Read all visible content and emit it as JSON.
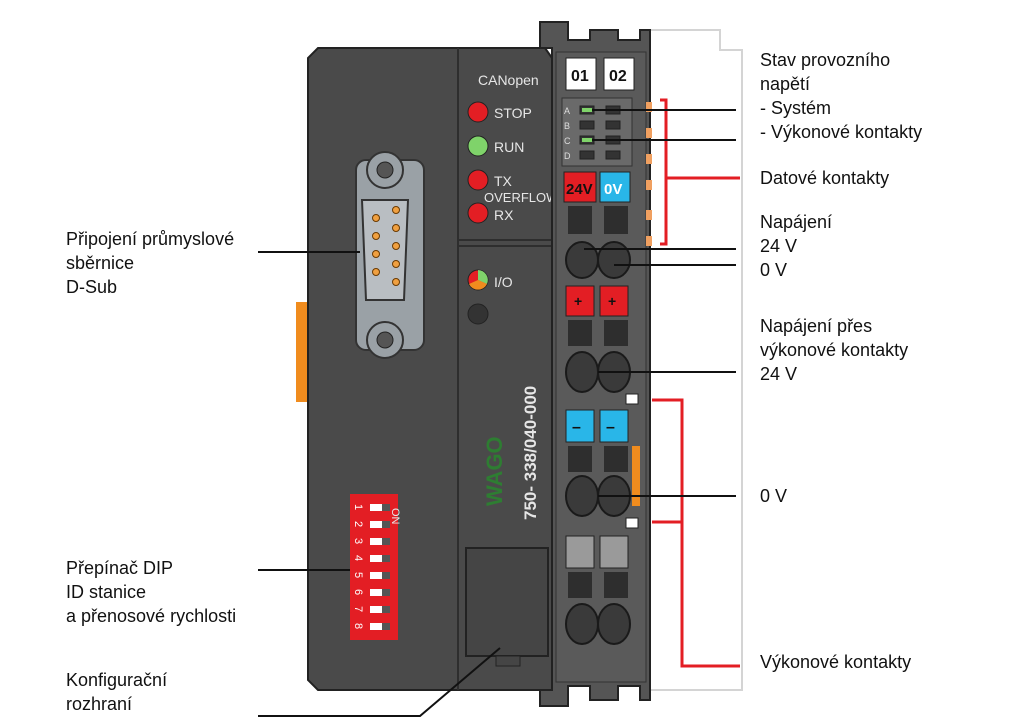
{
  "labels": {
    "fieldbus": [
      "Připojení průmyslové",
      "sběrnice",
      "D-Sub"
    ],
    "dip": [
      "Přepínač DIP",
      "ID stanice",
      "a přenosové rychlosti"
    ],
    "config": [
      "Konfigurační",
      "rozhraní"
    ],
    "status": [
      "Stav provozního",
      "napětí",
      "- Systém",
      "- Výkonové kontakty"
    ],
    "data_contacts": "Datové kontakty",
    "supply": [
      "Napájení",
      "24 V",
      "0 V"
    ],
    "supply_power": [
      "Napájení přes",
      "výkonové kontakty",
      "24 V"
    ],
    "zero_v": "0 V",
    "power_contacts": "Výkonové kontakty"
  },
  "device": {
    "bus": "CANopen",
    "leds": [
      "STOP",
      "RUN",
      "TX",
      "OVERFLOW",
      "RX"
    ],
    "io": "I/O",
    "model": "750- 338/040-000",
    "brand": "WAGO",
    "slots": [
      "01",
      "02"
    ],
    "rows": [
      "A",
      "B",
      "C",
      "D"
    ],
    "v24": "24V",
    "v0": "0V",
    "plus": "+",
    "minus": "–",
    "dip_on": "ON",
    "dip_numbers": [
      "1",
      "2",
      "3",
      "4",
      "5",
      "6",
      "7",
      "8"
    ]
  },
  "colors": {
    "housing": "#4a4a4a",
    "red": "#e31e24",
    "blue": "#29b6e8",
    "green": "#7fd36a",
    "orange": "#f08c1e"
  }
}
